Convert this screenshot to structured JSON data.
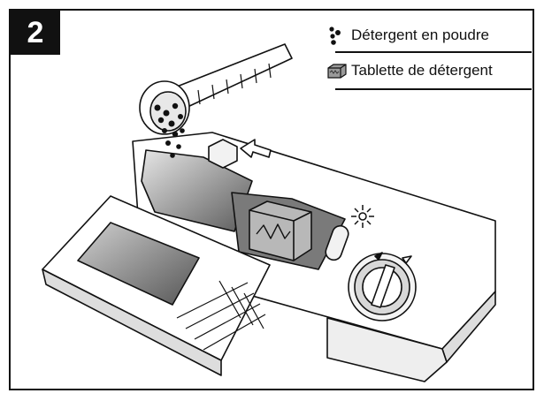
{
  "step_number": "2",
  "legend": {
    "items": [
      {
        "label": "Détergent en poudre",
        "icon": "powder-granules-icon"
      },
      {
        "label": "Tablette de détergent",
        "icon": "detergent-tablet-icon"
      }
    ]
  },
  "colors": {
    "frame": "#111111",
    "badge_background": "#111111",
    "badge_text": "#ffffff",
    "compartment_shading": "#6b6b6b"
  }
}
